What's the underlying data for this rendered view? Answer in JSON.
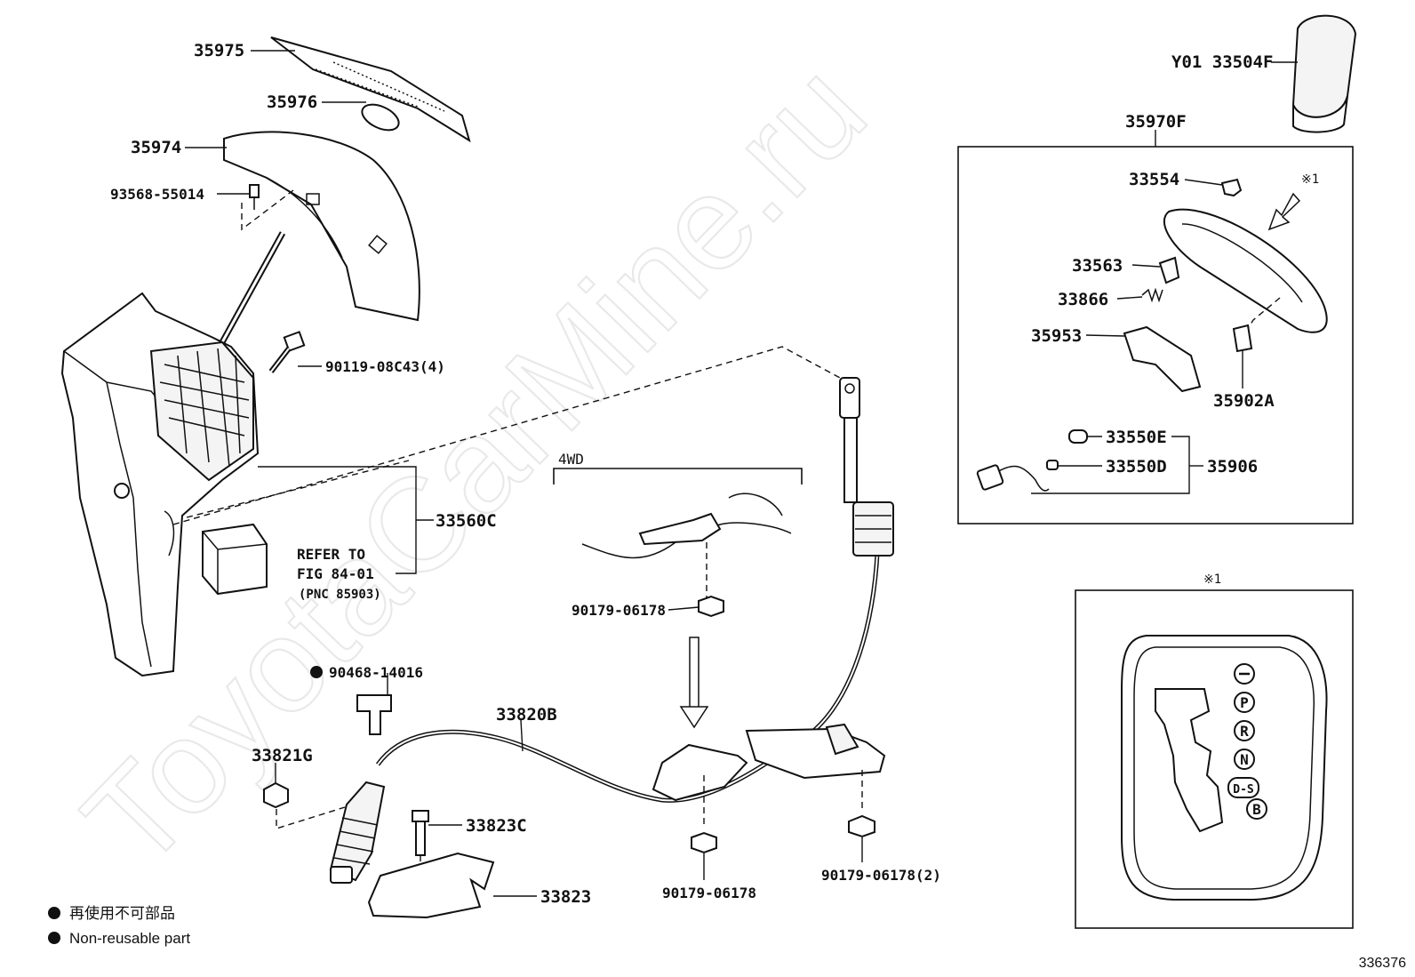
{
  "watermark": "ToyotaCarMine.ru",
  "figure_number": "336376",
  "legend": {
    "bullet_jp": "再使用不可部品",
    "bullet_en": "Non-reusable part"
  },
  "labels": {
    "p35975": "35975",
    "p35976": "35976",
    "p35974": "35974",
    "p93568": "93568-55014",
    "p90119": "90119-08C43(4)",
    "p33560C": "33560C",
    "refer_1": "REFER TO",
    "refer_2": "FIG 84-01",
    "refer_3": "(PNC 85903)",
    "wd4": "4WD",
    "p90179a": "90179-06178",
    "p90468": "90468-14016",
    "p33820B": "33820B",
    "p33821G": "33821G",
    "p33823C": "33823C",
    "p33823": "33823",
    "p90179b": "90179-06178",
    "p90179c": "90179-06178(2)",
    "p33504F": "Y01 33504F",
    "p35970F": "35970F",
    "p33554": "33554",
    "note1a": "※1",
    "p33563": "33563",
    "p33866": "33866",
    "p35953": "35953",
    "p35902A": "35902A",
    "p33550E": "33550E",
    "p33550D": "33550D",
    "p35906": "35906",
    "note1b": "※1"
  },
  "gate": [
    "P",
    "R",
    "N",
    "D-S",
    "B"
  ]
}
